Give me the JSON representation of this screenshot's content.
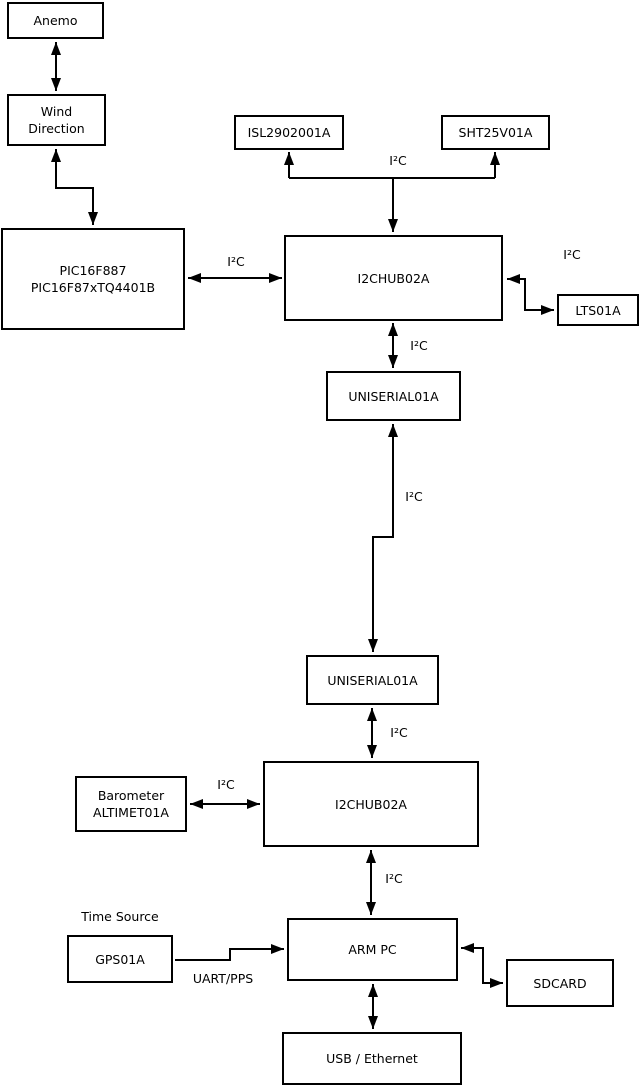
{
  "diagram": {
    "nodes": {
      "anemo": {
        "label": "Anemo"
      },
      "wind": {
        "line1": "Wind",
        "line2": "Direction"
      },
      "pic": {
        "line1": "PIC16F887",
        "line2": "PIC16F87xTQ4401B"
      },
      "isl": {
        "label": "ISL2902001A"
      },
      "sht": {
        "label": "SHT25V01A"
      },
      "hub1": {
        "label": "I2CHUB02A"
      },
      "lts": {
        "label": "LTS01A"
      },
      "uniserial1": {
        "label": "UNISERIAL01A"
      },
      "uniserial2": {
        "label": "UNISERIAL01A"
      },
      "barometer": {
        "line1": "Barometer",
        "line2": "ALTIMET01A"
      },
      "hub2": {
        "label": "I2CHUB02A"
      },
      "gps": {
        "label": "GPS01A"
      },
      "arm_pc": {
        "label": "ARM PC"
      },
      "sdcard": {
        "label": "SDCARD"
      },
      "usb": {
        "label": "USB / Ethernet"
      }
    },
    "edge_labels": {
      "i2c": "I²C",
      "uart_pps": "UART/PPS",
      "time_source": "Time Source"
    },
    "colors": {
      "line": "#000000",
      "box_fill": "#ffffff",
      "background": "#ffffff"
    }
  }
}
